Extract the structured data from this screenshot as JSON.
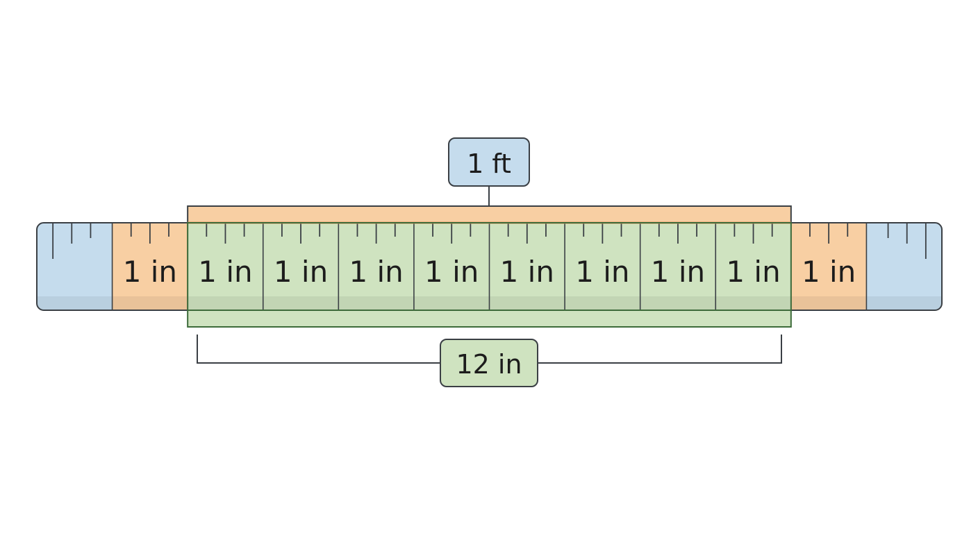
{
  "top_label": "1 ft",
  "bottom_label": "12 in",
  "segments": [
    {
      "label": "",
      "kind": "side"
    },
    {
      "label": "1 in",
      "kind": "edge"
    },
    {
      "label": "1 in",
      "kind": "inner"
    },
    {
      "label": "1 in",
      "kind": "inner"
    },
    {
      "label": "1 in",
      "kind": "inner"
    },
    {
      "label": "1 in",
      "kind": "inner"
    },
    {
      "label": "1 in",
      "kind": "inner"
    },
    {
      "label": "1 in",
      "kind": "inner"
    },
    {
      "label": "1 in",
      "kind": "inner"
    },
    {
      "label": "1 in",
      "kind": "inner"
    },
    {
      "label": "1 in",
      "kind": "edge"
    },
    {
      "label": "",
      "kind": "side"
    }
  ],
  "colors": {
    "side": "#c5dced",
    "edge": "#f8cfa3",
    "inner": "#cfe3c0",
    "outline": "#3a3f44",
    "orange_stroke": "#e59a5c",
    "green_stroke": "#3d6b3a",
    "top_label_fill": "#c5dced",
    "bottom_label_fill": "#cfe3c0",
    "text": "#1c1c1c"
  }
}
